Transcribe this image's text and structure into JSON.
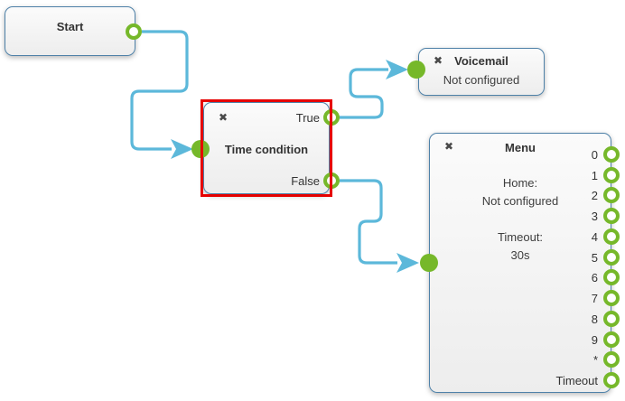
{
  "colors": {
    "green": "#76b82a",
    "line": "#5cb8da",
    "nodeborder": "#4e81a8",
    "red": "#e60000",
    "text": "#333333",
    "icon": "#4a4a4a"
  },
  "icons": {
    "close": "✖"
  },
  "nodes": {
    "start": {
      "title": "Start"
    },
    "time_condition": {
      "title": "Time condition",
      "selected": true,
      "outputs": {
        "true_label": "True",
        "false_label": "False"
      }
    },
    "voicemail": {
      "title": "Voicemail",
      "status": "Not configured"
    },
    "menu": {
      "title": "Menu",
      "body": "Home:\nNot configured\n\nTimeout:\n30s",
      "outputs": [
        "0",
        "1",
        "2",
        "3",
        "4",
        "5",
        "6",
        "7",
        "8",
        "9",
        "*",
        "Timeout"
      ]
    }
  }
}
